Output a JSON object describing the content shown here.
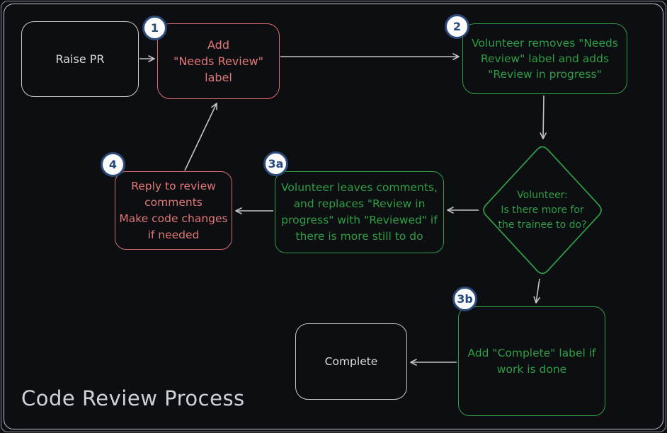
{
  "title": "Code Review Process",
  "colors": {
    "background": "#0c0e11",
    "frame_border": "#c2c6cc",
    "red_accent": "#d96c6c",
    "green_accent": "#2f9e44",
    "neutral_border": "#c9c9c9",
    "arrow": "#c4c4c4",
    "badge_background": "#fcfcfc",
    "badge_border": "#2b4a7a",
    "badge_text": "#274a7c",
    "title_text": "#cfd2d6"
  },
  "nodes": {
    "raise_pr": {
      "label": "Raise PR"
    },
    "step1": {
      "badge": "1",
      "label": "Add\n\"Needs Review\"\nlabel"
    },
    "step2": {
      "badge": "2",
      "label": "Volunteer removes \"Needs\nReview\" label and adds\n\"Review in progress\""
    },
    "decision": {
      "label": "Volunteer:\nIs there more for\nthe trainee to do?"
    },
    "step3a": {
      "badge": "3a",
      "label": "Volunteer leaves comments,\nand replaces \"Review in\nprogress\" with \"Reviewed\" if\nthere is more still to do"
    },
    "step4": {
      "badge": "4",
      "label": "Reply to review\ncomments\nMake code changes\nif needed"
    },
    "step3b": {
      "badge": "3b",
      "label": "Add \"Complete\" label if\nwork is done"
    },
    "complete": {
      "label": "Complete"
    }
  },
  "edges": [
    {
      "from": "raise_pr",
      "to": "step1"
    },
    {
      "from": "step1",
      "to": "step2"
    },
    {
      "from": "step2",
      "to": "decision"
    },
    {
      "from": "decision",
      "to": "step3a"
    },
    {
      "from": "step3a",
      "to": "step4"
    },
    {
      "from": "step4",
      "to": "step1"
    },
    {
      "from": "decision",
      "to": "step3b"
    },
    {
      "from": "step3b",
      "to": "complete"
    }
  ]
}
